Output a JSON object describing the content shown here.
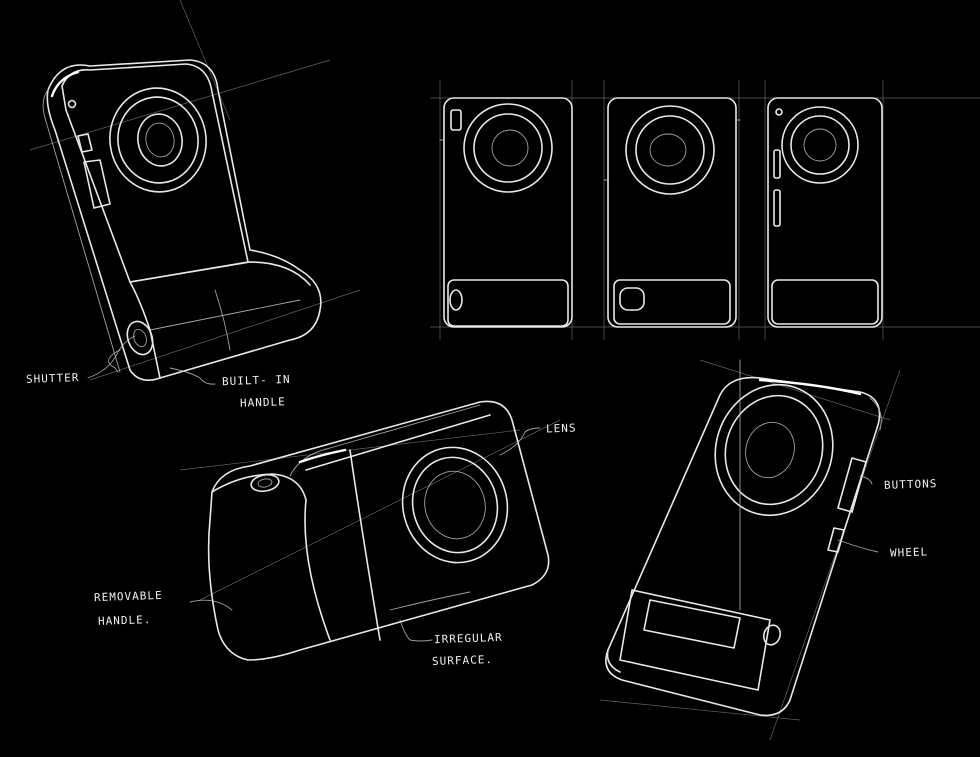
{
  "annotations": {
    "shutter": "SHUTTER",
    "built_in_1": "BUILT- IN",
    "built_in_2": "HANDLE",
    "lens": "LENS",
    "buttons": "BUTTONS",
    "wheel": "WHEEL",
    "removable_1": "REMOVABLE",
    "removable_2": "HANDLE.",
    "irregular_1": "IRREGULAR",
    "irregular_2": "SURFACE."
  },
  "colors": {
    "background": "#000000",
    "stroke": "#e8e8e8"
  }
}
